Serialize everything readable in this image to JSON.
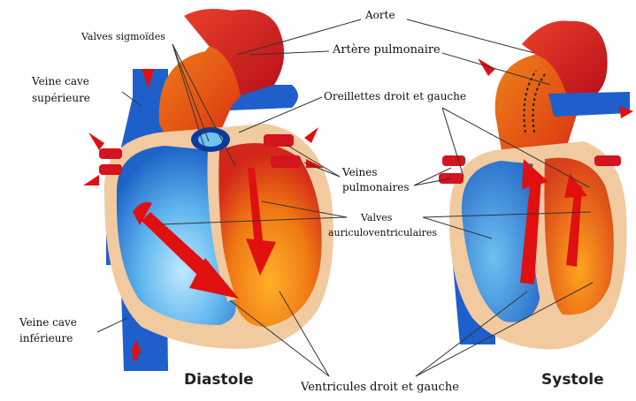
{
  "labels": {
    "aorte": "Aorte",
    "artere_pulmonaire": "Artère pulmonaire",
    "valves_sigmoides": "Valves sigmoïdes",
    "veine_cave_superieure_1": "Veine cave",
    "veine_cave_superieure_2": "supérieure",
    "oreillettes": "Oreillettes droit et gauche",
    "veines_pulmonaires_1": "Veines",
    "veines_pulmonaires_2": "pulmonaires",
    "valves_auriculo_1": "Valves",
    "valves_auriculo_2": "auriculoventriculaires",
    "veine_cave_inferieure_1": "Veine cave",
    "veine_cave_inferieure_2": "inférieure",
    "ventricules": "Ventricules droit et gauche"
  },
  "titles": {
    "diastole": "Diastole",
    "systole": "Systole"
  },
  "colors": {
    "venous_blue": "#1e5fcc",
    "chamber_light_blue": "#6ec3f2",
    "arterial_red": "#d4141e",
    "chamber_orange": "#f07d10",
    "muscle_tan": "#f2caa0",
    "arrow_red": "#e01010"
  }
}
